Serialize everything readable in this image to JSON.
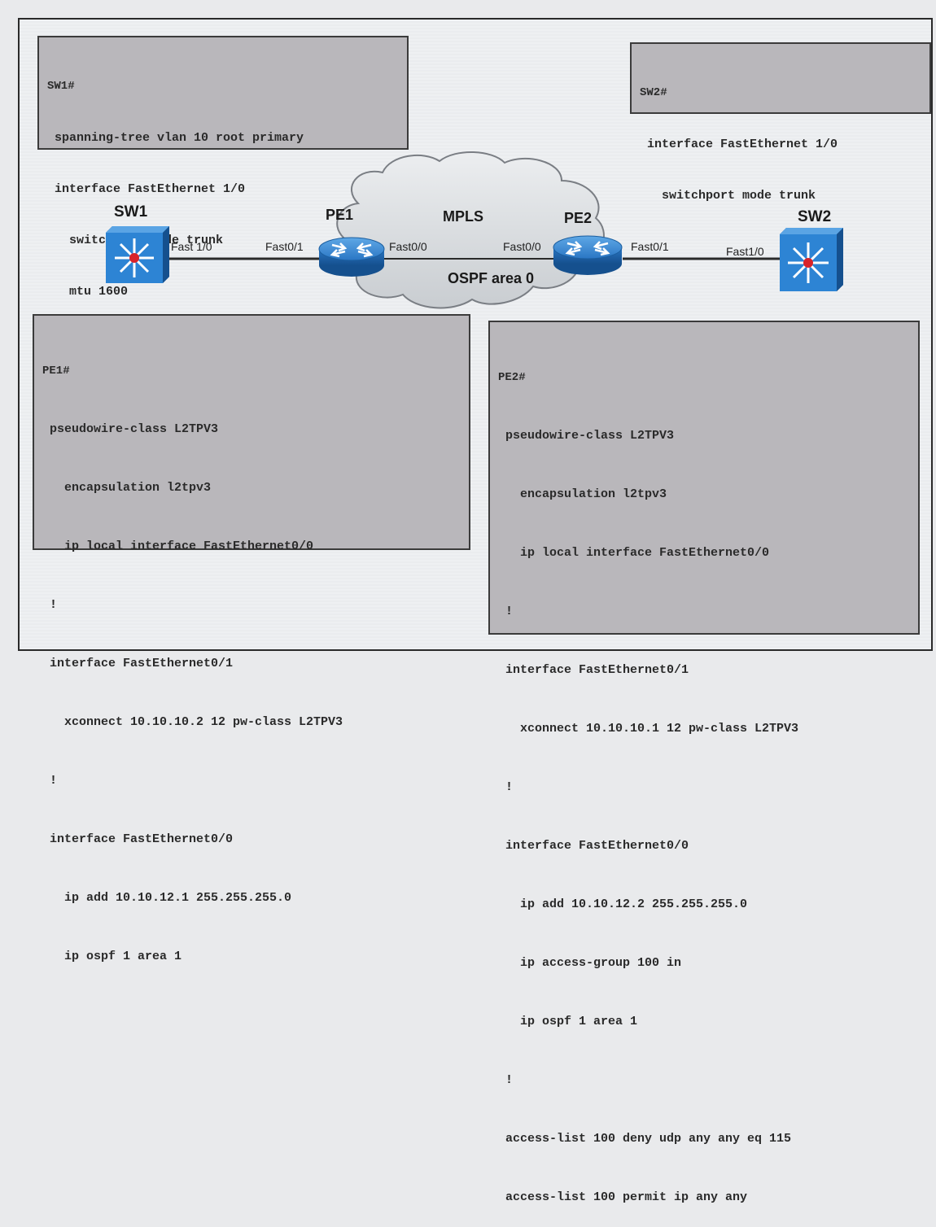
{
  "sw1_config": {
    "prompt": "SW1#",
    "lines": [
      " spanning-tree vlan 10 root primary",
      " interface FastEthernet 1/0",
      "   switchport mode trunk",
      "   mtu 1600"
    ]
  },
  "sw2_config": {
    "prompt": "SW2#",
    "lines": [
      " interface FastEthernet 1/0",
      "   switchport mode trunk"
    ]
  },
  "pe1_config": {
    "prompt": "PE1#",
    "lines": [
      " pseudowire-class L2TPV3",
      "   encapsulation l2tpv3",
      "   ip local interface FastEthernet0/0",
      " !",
      " interface FastEthernet0/1",
      "   xconnect 10.10.10.2 12 pw-class L2TPV3",
      " !",
      " interface FastEthernet0/0",
      "   ip add 10.10.12.1 255.255.255.0",
      "   ip ospf 1 area 1"
    ]
  },
  "pe2_config": {
    "prompt": "PE2#",
    "lines": [
      " pseudowire-class L2TPV3",
      "   encapsulation l2tpv3",
      "   ip local interface FastEthernet0/0",
      " !",
      " interface FastEthernet0/1",
      "   xconnect 10.10.10.1 12 pw-class L2TPV3",
      " !",
      " interface FastEthernet0/0",
      "   ip add 10.10.12.2 255.255.255.0",
      "   ip access-group 100 in",
      "   ip ospf 1 area 1",
      " !",
      " access-list 100 deny udp any any eq 115",
      " access-list 100 permit ip any any"
    ]
  },
  "topology": {
    "cloud_label": "MPLS",
    "cloud_sublabel": "OSPF area 0",
    "devices": {
      "sw1": "SW1",
      "pe1": "PE1",
      "pe2": "PE2",
      "sw2": "SW2"
    },
    "ports": {
      "sw1_port": "Fast 1/0",
      "pe1_left": "Fast0/1",
      "pe1_right": "Fast0/0",
      "pe2_left": "Fast0/0",
      "pe2_right": "Fast0/1",
      "sw2_port": "Fast1/0"
    }
  },
  "colors": {
    "switch_blue": "#1e78c8",
    "router_blue": "#2c7fd0",
    "cloud_fill": "#d9dcdf",
    "box_fill": "#b9b7bb"
  }
}
